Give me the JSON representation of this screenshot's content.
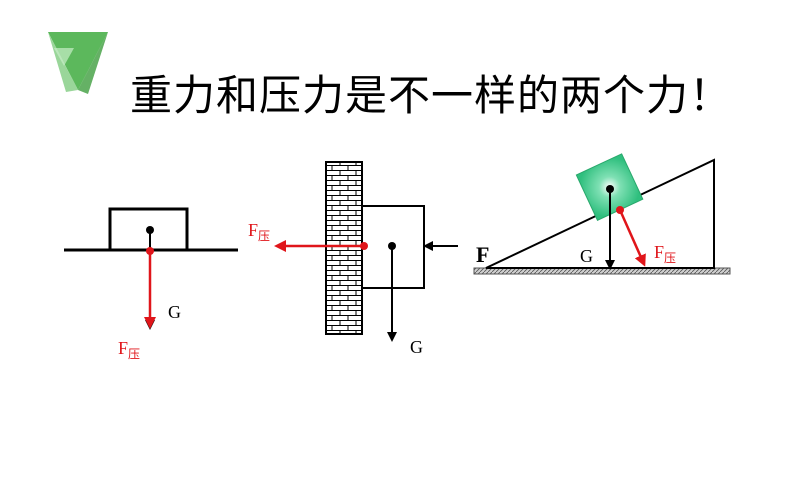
{
  "title": "重力和压力是不一样的两个力！",
  "colors": {
    "accent_green": "#58b858",
    "force_red": "#e0151a",
    "block_green": "#3cc48a"
  },
  "figure1": {
    "gravity_label": "G",
    "pressure_label": "F",
    "pressure_sub": "压"
  },
  "figure2": {
    "pressure_label": "F",
    "pressure_sub": "压",
    "gravity_label": "G"
  },
  "figure3": {
    "applied_label": "F",
    "gravity_label": "G",
    "pressure_label": "F",
    "pressure_sub": "压"
  }
}
